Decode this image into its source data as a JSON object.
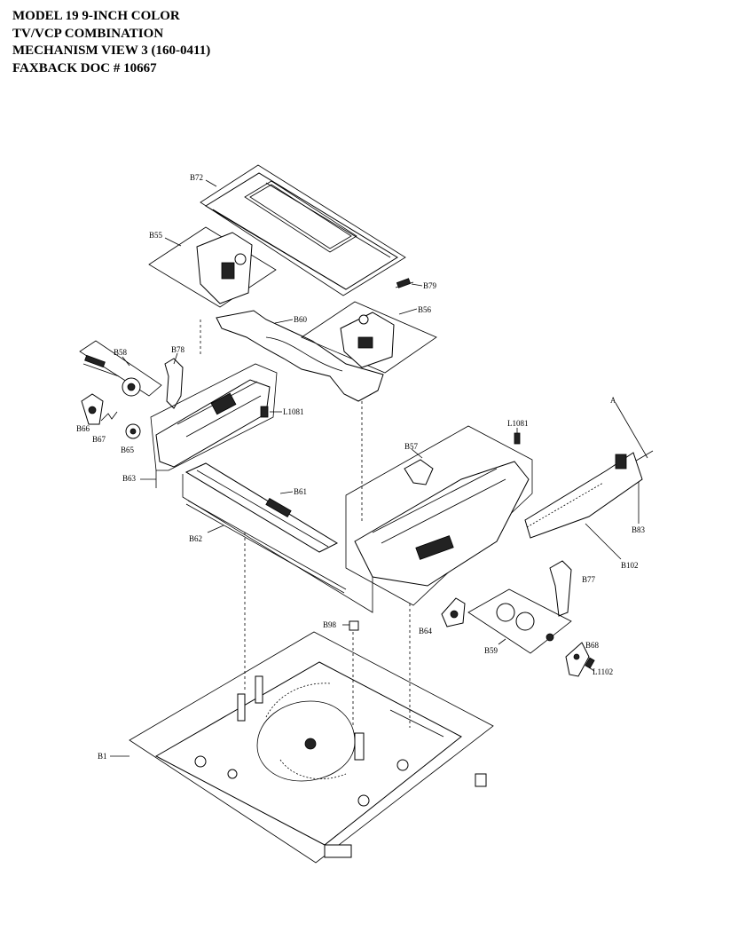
{
  "header": {
    "line1": "MODEL 19  9-INCH COLOR",
    "line2": "TV/VCP COMBINATION",
    "line3": "MECHANISM VIEW 3  (160-0411)",
    "line4": "FAXBACK DOC #  10667"
  },
  "parts": {
    "b72": "B72",
    "b55": "B55",
    "b79": "B79",
    "b60": "B60",
    "b56": "B56",
    "b58": "B58",
    "b78": "B78",
    "l1081a": "L1081",
    "b66": "B66",
    "b67": "B67",
    "b65": "B65",
    "b63": "B63",
    "b61": "B61",
    "b62": "B62",
    "b57": "B57",
    "l1081b": "L1081",
    "a": "A",
    "b83": "B83",
    "b102": "B102",
    "b77": "B77",
    "b98": "B98",
    "b64": "B64",
    "b59": "B59",
    "b68": "B68",
    "l1102": "L1102",
    "b1": "B1"
  }
}
